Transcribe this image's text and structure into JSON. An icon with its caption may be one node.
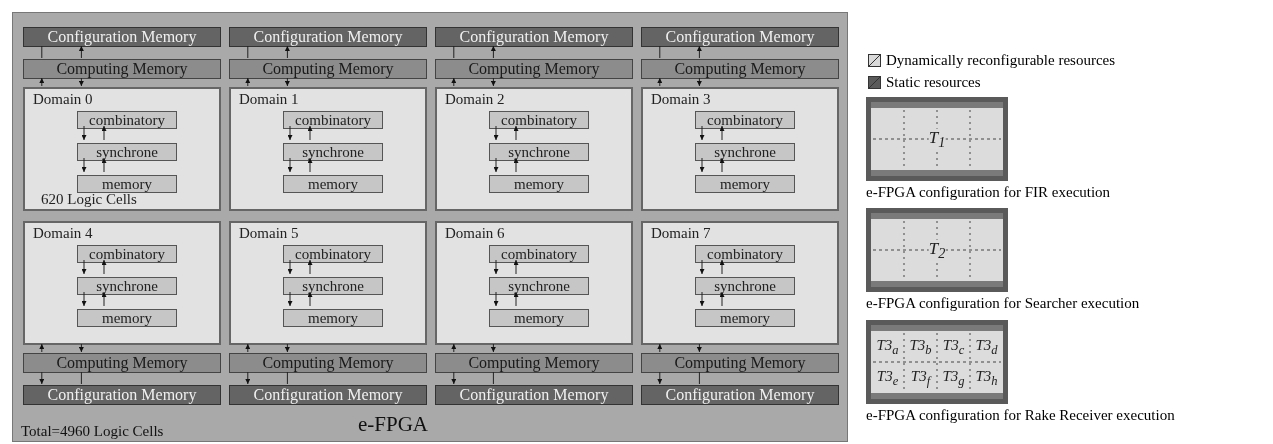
{
  "diagram": {
    "nodes": [
      {
        "text": [
          "e-FPGA",
          "Total=4960 Logic Cells"
        ]
      },
      {
        "text": [
          "Configuration Memory"
        ],
        "in": 0
      },
      {
        "text": [
          "Configuration Memory"
        ],
        "in": 0
      },
      {
        "text": [
          "Configuration Memory"
        ],
        "in": 0
      },
      {
        "text": [
          "Configuration Memory"
        ],
        "in": 0
      },
      {
        "text": [
          "Computing Memory"
        ],
        "in": 0
      },
      {
        "text": [
          "Computing Memory"
        ],
        "in": 0
      },
      {
        "text": [
          "Computing Memory"
        ],
        "in": 0
      },
      {
        "text": [
          "Computing Memory"
        ],
        "in": 0
      },
      {
        "text": [
          "Domain 0",
          "620 Logic Cells"
        ],
        "in": 0
      },
      {
        "text": [
          "combinatory"
        ],
        "in": 9
      },
      {
        "text": [
          "synchrone"
        ],
        "in": 9
      },
      {
        "text": [
          "memory"
        ],
        "in": 9
      },
      {
        "text": [
          "Domain 1"
        ],
        "in": 0
      },
      {
        "text": [
          "combinatory"
        ],
        "in": 13
      },
      {
        "text": [
          "synchrone"
        ],
        "in": 13
      },
      {
        "text": [
          "memory"
        ],
        "in": 13
      },
      {
        "text": [
          "Domain 2"
        ],
        "in": 0
      },
      {
        "text": [
          "combinatory"
        ],
        "in": 17
      },
      {
        "text": [
          "synchrone"
        ],
        "in": 17
      },
      {
        "text": [
          "memory"
        ],
        "in": 17
      },
      {
        "text": [
          "Domain 3"
        ],
        "in": 0
      },
      {
        "text": [
          "combinatory"
        ],
        "in": 21
      },
      {
        "text": [
          "synchrone"
        ],
        "in": 21
      },
      {
        "text": [
          "memory"
        ],
        "in": 21
      },
      {
        "text": [
          "Domain 4"
        ],
        "in": 0
      },
      {
        "text": [
          "combinatory"
        ],
        "in": 25
      },
      {
        "text": [
          "synchrone"
        ],
        "in": 25
      },
      {
        "text": [
          "memory"
        ],
        "in": 25
      },
      {
        "text": [
          "Domain 5"
        ],
        "in": 0
      },
      {
        "text": [
          "combinatory"
        ],
        "in": 29
      },
      {
        "text": [
          "synchrone"
        ],
        "in": 29
      },
      {
        "text": [
          "memory"
        ],
        "in": 29
      },
      {
        "text": [
          "Domain 6"
        ],
        "in": 0
      },
      {
        "text": [
          "combinatory"
        ],
        "in": 33
      },
      {
        "text": [
          "synchrone"
        ],
        "in": 33
      },
      {
        "text": [
          "memory"
        ],
        "in": 33
      },
      {
        "text": [
          "Domain 7"
        ],
        "in": 0
      },
      {
        "text": [
          "combinatory"
        ],
        "in": 37
      },
      {
        "text": [
          "synchrone"
        ],
        "in": 37
      },
      {
        "text": [
          "memory"
        ],
        "in": 37
      },
      {
        "text": [
          "Computing Memory"
        ],
        "in": 0
      },
      {
        "text": [
          "Computing Memory"
        ],
        "in": 0
      },
      {
        "text": [
          "Computing Memory"
        ],
        "in": 0
      },
      {
        "text": [
          "Computing Memory"
        ],
        "in": 0
      },
      {
        "text": [
          "Configuration Memory"
        ],
        "in": 0
      },
      {
        "text": [
          "Configuration Memory"
        ],
        "in": 0
      },
      {
        "text": [
          "Configuration Memory"
        ],
        "in": 0
      },
      {
        "text": [
          "Configuration Memory"
        ],
        "in": 0
      },
      {
        "text": [
          "T$_{1}$"
        ],
        "beside": [
          "e-FPGA configuration for FIR execution"
        ]
      },
      {
        "text": [
          "T$_{2}$"
        ],
        "beside": [
          "e-FPGA configuration for Searcher execution"
        ]
      },
      {
        "text": [
          "T3$_{a}$",
          "T3$_{b}$",
          "T3$_{c}$",
          "T3$_{d}$",
          "T3$_{e}$",
          "T3$_{f}$",
          "T3$_{g}$",
          "T3$_{h}$"
        ],
        "beside": [
          "e-FPGA configuration for Rake Receiver execution"
        ]
      }
    ],
    "edges": [
      {
        "from": 10,
        "to": 11,
        "arrow": "to"
      },
      {
        "from": 11,
        "to": 10,
        "arrow": "to"
      },
      {
        "from": 11,
        "to": 12,
        "arrow": "to"
      },
      {
        "from": 12,
        "to": 11,
        "arrow": "to"
      },
      {
        "from": 14,
        "to": 15,
        "arrow": "to"
      },
      {
        "from": 15,
        "to": 14,
        "arrow": "to"
      },
      {
        "from": 15,
        "to": 16,
        "arrow": "to"
      },
      {
        "from": 16,
        "to": 15,
        "arrow": "to"
      },
      {
        "from": 18,
        "to": 19,
        "arrow": "to"
      },
      {
        "from": 19,
        "to": 18,
        "arrow": "to"
      },
      {
        "from": 19,
        "to": 20,
        "arrow": "to"
      },
      {
        "from": 20,
        "to": 19,
        "arrow": "to"
      },
      {
        "from": 22,
        "to": 23,
        "arrow": "to"
      },
      {
        "from": 23,
        "to": 22,
        "arrow": "to"
      },
      {
        "from": 23,
        "to": 24,
        "arrow": "to"
      },
      {
        "from": 24,
        "to": 23,
        "arrow": "to"
      },
      {
        "from": 26,
        "to": 27,
        "arrow": "to"
      },
      {
        "from": 27,
        "to": 26,
        "arrow": "to"
      },
      {
        "from": 27,
        "to": 28,
        "arrow": "to"
      },
      {
        "from": 28,
        "to": 27,
        "arrow": "to"
      },
      {
        "from": 30,
        "to": 31,
        "arrow": "to"
      },
      {
        "from": 31,
        "to": 30,
        "arrow": "to"
      },
      {
        "from": 31,
        "to": 32,
        "arrow": "to"
      },
      {
        "from": 32,
        "to": 31,
        "arrow": "to"
      },
      {
        "from": 34,
        "to": 35,
        "arrow": "to"
      },
      {
        "from": 35,
        "to": 34,
        "arrow": "to"
      },
      {
        "from": 35,
        "to": 36,
        "arrow": "to"
      },
      {
        "from": 36,
        "to": 35,
        "arrow": "to"
      },
      {
        "from": 38,
        "to": 39,
        "arrow": "to"
      },
      {
        "from": 39,
        "to": 38,
        "arrow": "to"
      },
      {
        "from": 39,
        "to": 40,
        "arrow": "to"
      },
      {
        "from": 40,
        "to": 39,
        "arrow": "to"
      },
      {
        "from": 1,
        "to": 5,
        "arrow": "none"
      },
      {
        "from": 5,
        "to": 1,
        "arrow": "to"
      },
      {
        "from": 9,
        "to": 5,
        "arrow": "to"
      },
      {
        "from": 5,
        "to": 9,
        "arrow": "to"
      },
      {
        "from": 2,
        "to": 6,
        "arrow": "none"
      },
      {
        "from": 6,
        "to": 2,
        "arrow": "to"
      },
      {
        "from": 13,
        "to": 6,
        "arrow": "to"
      },
      {
        "from": 6,
        "to": 13,
        "arrow": "to"
      },
      {
        "from": 3,
        "to": 7,
        "arrow": "none"
      },
      {
        "from": 7,
        "to": 3,
        "arrow": "to"
      },
      {
        "from": 17,
        "to": 7,
        "arrow": "to"
      },
      {
        "from": 7,
        "to": 17,
        "arrow": "to"
      },
      {
        "from": 4,
        "to": 8,
        "arrow": "none"
      },
      {
        "from": 8,
        "to": 4,
        "arrow": "to"
      },
      {
        "from": 21,
        "to": 8,
        "arrow": "to"
      },
      {
        "from": 8,
        "to": 21,
        "arrow": "to"
      },
      {
        "from": 41,
        "to": 45,
        "arrow": "to"
      },
      {
        "from": 45,
        "to": 41,
        "arrow": "none"
      },
      {
        "from": 41,
        "to": 25,
        "arrow": "to"
      },
      {
        "from": 25,
        "to": 41,
        "arrow": "to"
      },
      {
        "from": 42,
        "to": 46,
        "arrow": "to"
      },
      {
        "from": 46,
        "to": 42,
        "arrow": "none"
      },
      {
        "from": 42,
        "to": 29,
        "arrow": "to"
      },
      {
        "from": 29,
        "to": 42,
        "arrow": "to"
      },
      {
        "from": 43,
        "to": 47,
        "arrow": "to"
      },
      {
        "from": 47,
        "to": 43,
        "arrow": "none"
      },
      {
        "from": 43,
        "to": 33,
        "arrow": "to"
      },
      {
        "from": 33,
        "to": 43,
        "arrow": "to"
      },
      {
        "from": 44,
        "to": 48,
        "arrow": "to"
      },
      {
        "from": 48,
        "to": 44,
        "arrow": "none"
      },
      {
        "from": 44,
        "to": 37,
        "arrow": "to"
      },
      {
        "from": 37,
        "to": 44,
        "arrow": "to"
      }
    ],
    "legend": [
      {
        "text": "Dynamically reconfigurable resources",
        "color": "#d9d9d9"
      },
      {
        "text": "Static resources",
        "color": "#5a5a5a"
      }
    ]
  }
}
